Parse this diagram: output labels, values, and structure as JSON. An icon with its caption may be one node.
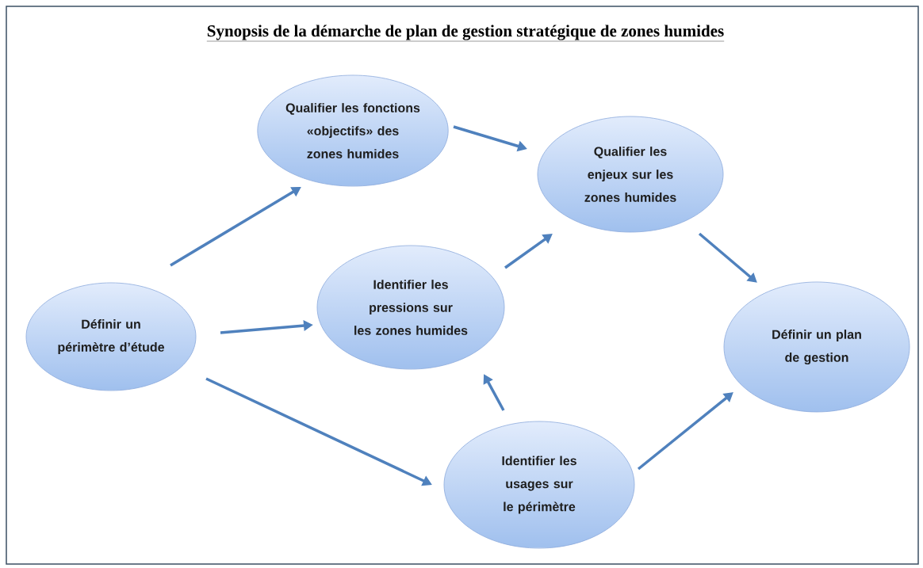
{
  "diagram": {
    "title": "Synopsis de la démarche de plan de gestion stratégique de zones humides",
    "nodes": [
      {
        "text": [
          "Définir un périmètre d’étude"
        ]
      },
      {
        "text": [
          "Qualifier les fonctions «objectifs» des zones humides"
        ]
      },
      {
        "text": [
          "Qualifier les enjeux sur les zones humides"
        ]
      },
      {
        "text": [
          "Identifier les pressions sur les zones humides"
        ]
      },
      {
        "text": [
          "Identifier les usages sur le périmètre"
        ]
      },
      {
        "text": [
          "Définir un plan de gestion"
        ]
      }
    ],
    "edges": [
      {
        "from": 0,
        "to": 1,
        "arrow": "to"
      },
      {
        "from": 0,
        "to": 3,
        "arrow": "to"
      },
      {
        "from": 0,
        "to": 4,
        "arrow": "to"
      },
      {
        "from": 1,
        "to": 2,
        "arrow": "to"
      },
      {
        "from": 3,
        "to": 2,
        "arrow": "to"
      },
      {
        "from": 4,
        "to": 3,
        "arrow": "to"
      },
      {
        "from": 4,
        "to": 5,
        "arrow": "to"
      },
      {
        "from": 2,
        "to": 5,
        "arrow": "to"
      }
    ]
  }
}
